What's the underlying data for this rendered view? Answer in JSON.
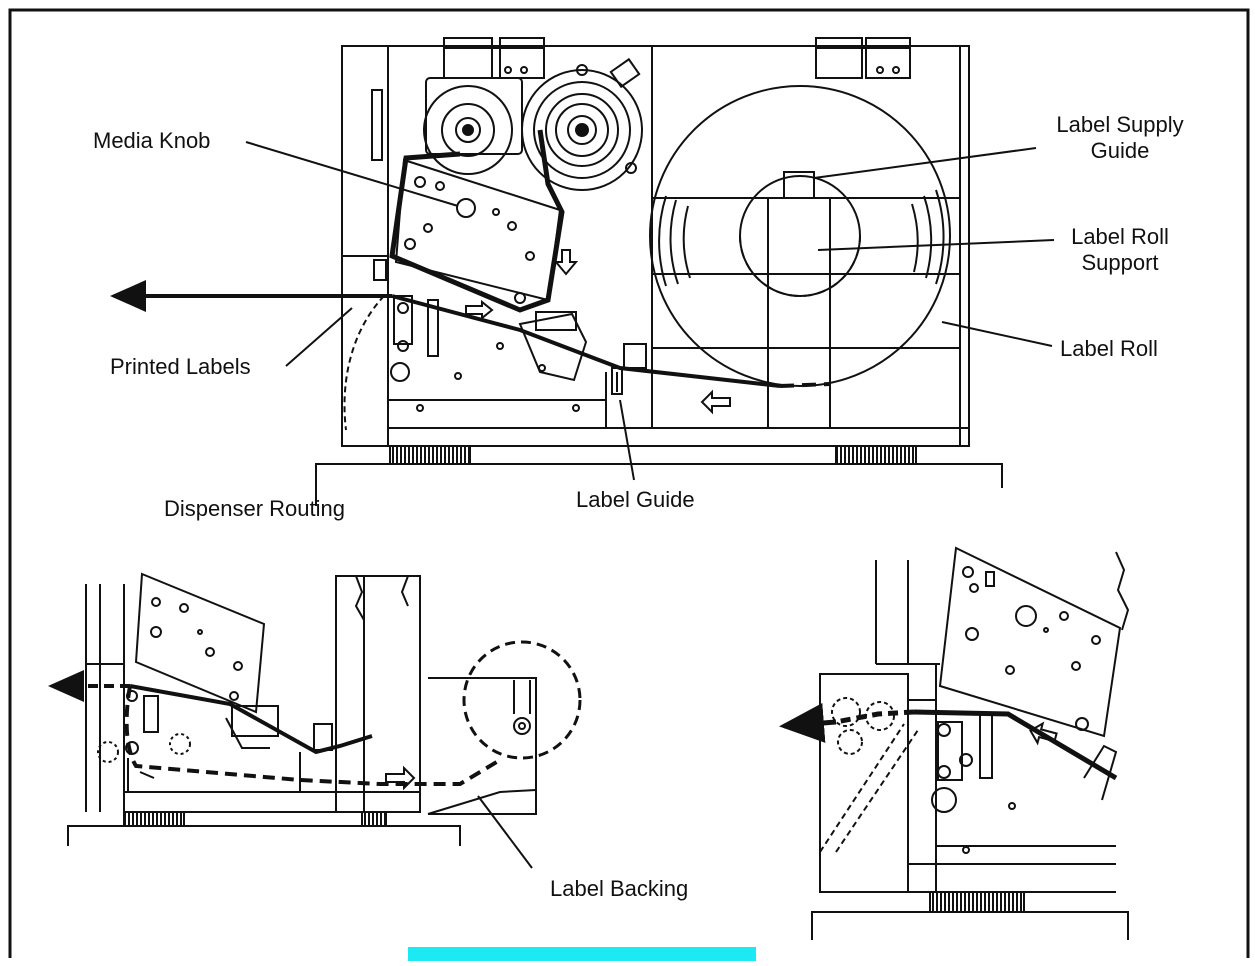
{
  "labels": {
    "media_knob": "Media Knob",
    "label_supply_guide_line1": "Label Supply",
    "label_supply_guide_line2": "Guide",
    "label_roll_support_line1": "Label Roll",
    "label_roll_support_line2": "Support",
    "label_roll": "Label Roll",
    "printed_labels": "Printed Labels",
    "dispenser_routing": "Dispenser Routing",
    "label_guide": "Label Guide",
    "label_backing": "Label Backing"
  },
  "colors": {
    "line": "#111111",
    "highlight_bar": "#1de9f2"
  }
}
